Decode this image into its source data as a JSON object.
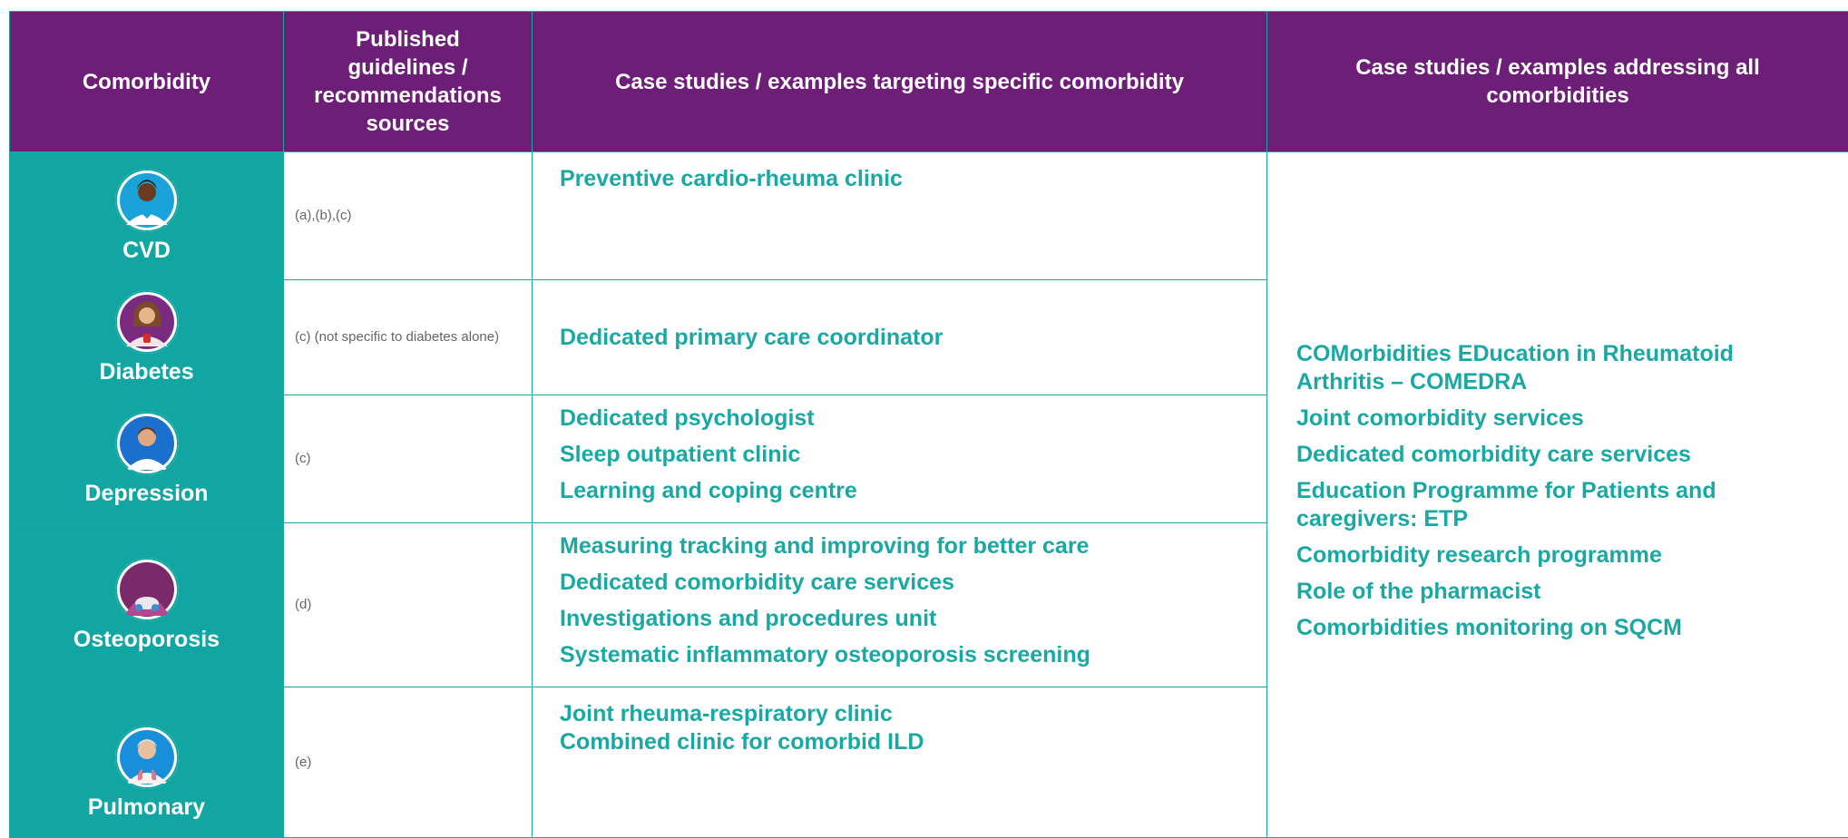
{
  "header": {
    "col1": "Comorbidity",
    "col2": "Published guidelines / recommendations sources",
    "col3": "Case studies / examples targeting specific comorbidity",
    "col4": "Case studies / examples addressing all comorbidities"
  },
  "rows": [
    {
      "name": "CVD",
      "icon": "cvd-avatar-icon",
      "source": "(a),(b),(c)",
      "cases": [
        "Preventive cardio-rheuma clinic"
      ]
    },
    {
      "name": "Diabetes",
      "icon": "diabetes-avatar-icon",
      "source": "(c) (not specific to diabetes alone)",
      "cases": [
        "Dedicated primary care coordinator"
      ]
    },
    {
      "name": "Depression",
      "icon": "depression-avatar-icon",
      "source": "(c)",
      "cases": [
        "Dedicated psychologist",
        "Sleep outpatient clinic",
        "Learning and coping centre"
      ]
    },
    {
      "name": "Osteoporosis",
      "icon": "osteoporosis-avatar-icon",
      "source": "(d)",
      "cases": [
        "Measuring tracking and improving for better care",
        "Dedicated comorbidity care services",
        "Investigations and procedures unit",
        "Systematic inflammatory osteoporosis screening"
      ]
    },
    {
      "name": "Pulmonary",
      "icon": "pulmonary-avatar-icon",
      "source": "(e)",
      "cases": [
        "Joint rheuma-respiratory clinic",
        "Combined clinic for comorbid ILD"
      ]
    }
  ],
  "all_comorbidities": [
    "COMorbidities EDucation in Rheumatoid Arthritis – COMEDRA",
    "Joint comorbidity services",
    "Dedicated comorbidity care services",
    "Education Programme for Patients and caregivers: ETP",
    "Comorbidity research programme",
    "Role of the pharmacist",
    "Comorbidities monitoring on SQCM"
  ],
  "colors": {
    "header_bg": "#6d1f78",
    "teal": "#1aa8a5",
    "condition_bg": "#12a6a2"
  }
}
